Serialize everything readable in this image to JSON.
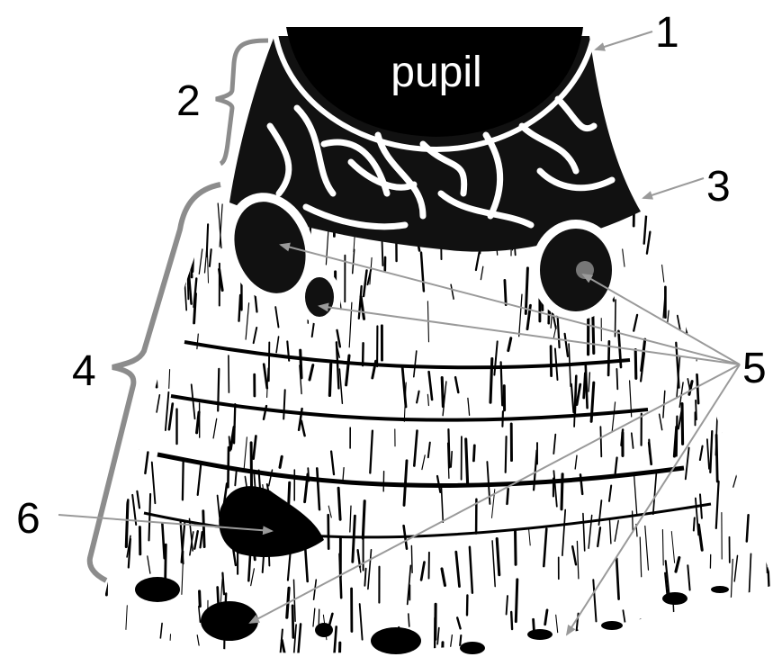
{
  "diagram": {
    "pupil_label": "pupil",
    "labels": {
      "l1": "1",
      "l2": "2",
      "l3": "3",
      "l4": "4",
      "l5": "5",
      "l6": "6"
    }
  },
  "colors": {
    "ink": "#000000",
    "arrow": "#9a9a9a",
    "bracket": "#8c8c8c",
    "background": "#ffffff",
    "tissue_dark": "#111111"
  }
}
